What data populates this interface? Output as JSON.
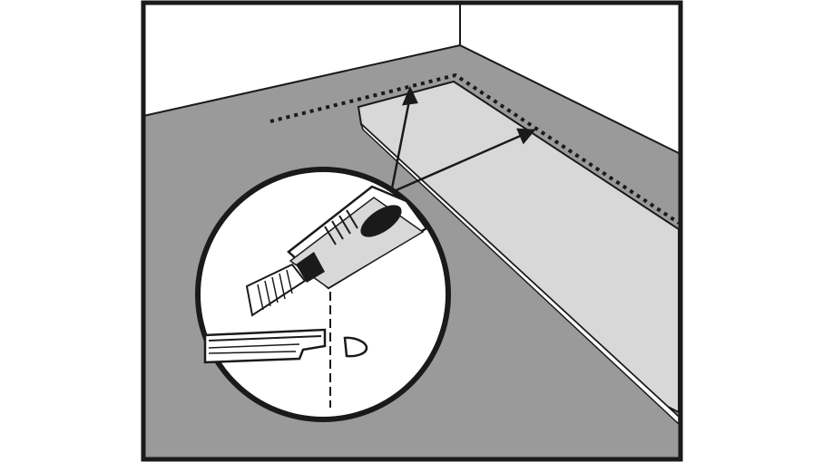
{
  "illustration": {
    "colors": {
      "background": "#ffffff",
      "wall": "#ffffff",
      "floor": "#9a9a9a",
      "plank": "#d8d8d8",
      "ink": "#1a1a1a",
      "magnifier_fill": "#ffffff"
    },
    "icons": [
      "room-corner",
      "laminate-plank",
      "utility-knife",
      "plank-tongue-profile",
      "cut-offcut"
    ]
  }
}
